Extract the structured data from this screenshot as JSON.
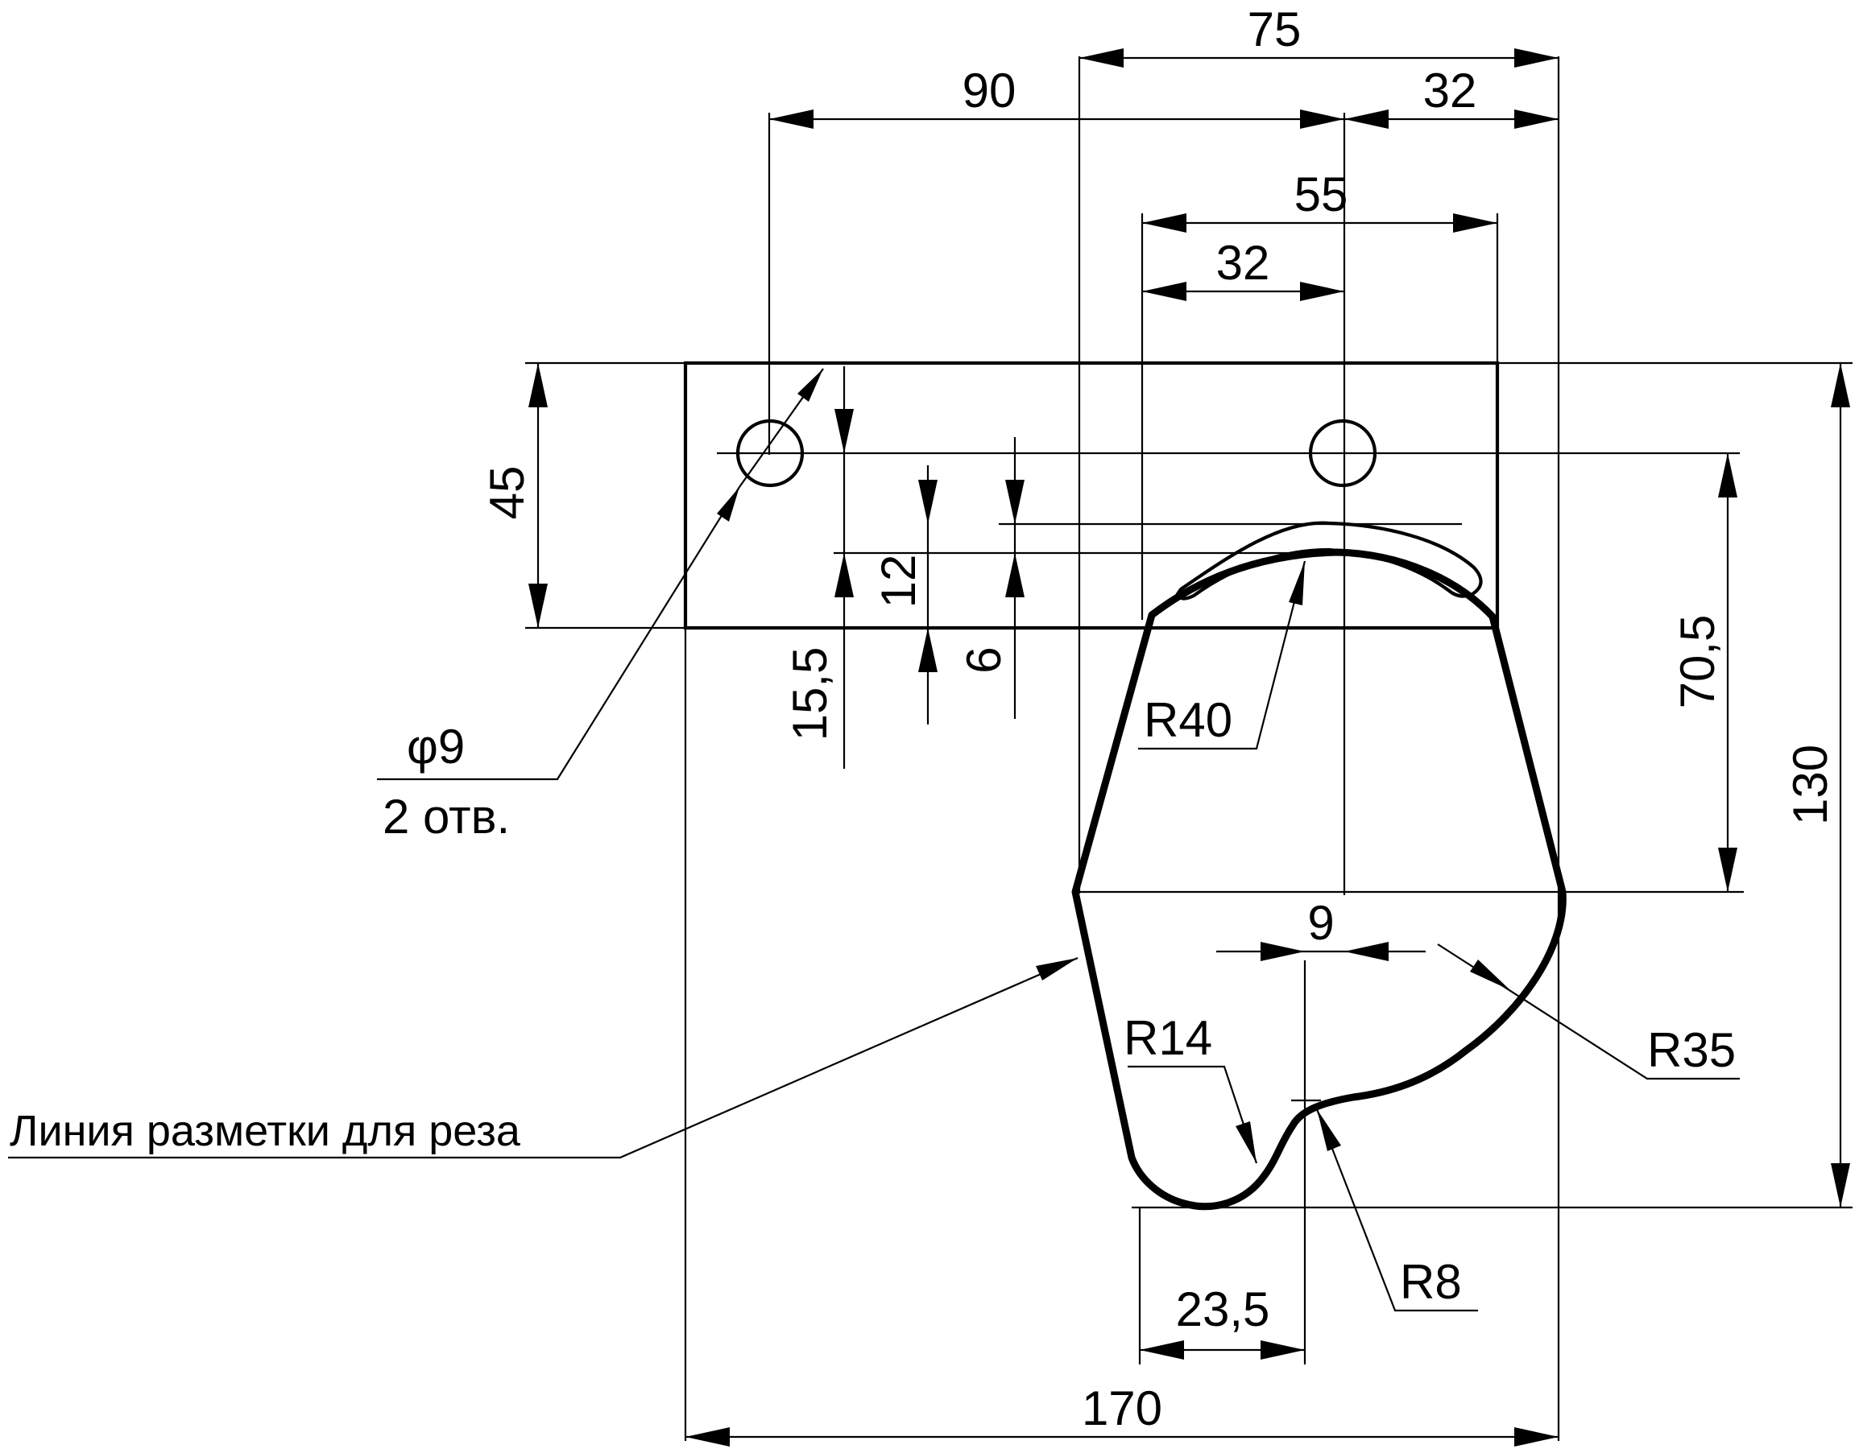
{
  "dimensions": {
    "overall_width": "170",
    "top_offset": "75",
    "hole_spacing": "90",
    "right_offset": "32",
    "arc_span": "55",
    "arc_half": "32",
    "plate_height": "45",
    "overall_height": "130",
    "side_height": "70,5",
    "hole_to_arc": "15,5",
    "slot_width": "12",
    "slot_gap": "6",
    "bottom_offset": "23,5",
    "center_offset": "9"
  },
  "callouts": {
    "hole_dia": "φ9",
    "hole_count": "2 отв.",
    "r40": "R40",
    "r14": "R14",
    "r35": "R35",
    "r8": "R8",
    "cut_line": "Линия разметки для реза"
  }
}
